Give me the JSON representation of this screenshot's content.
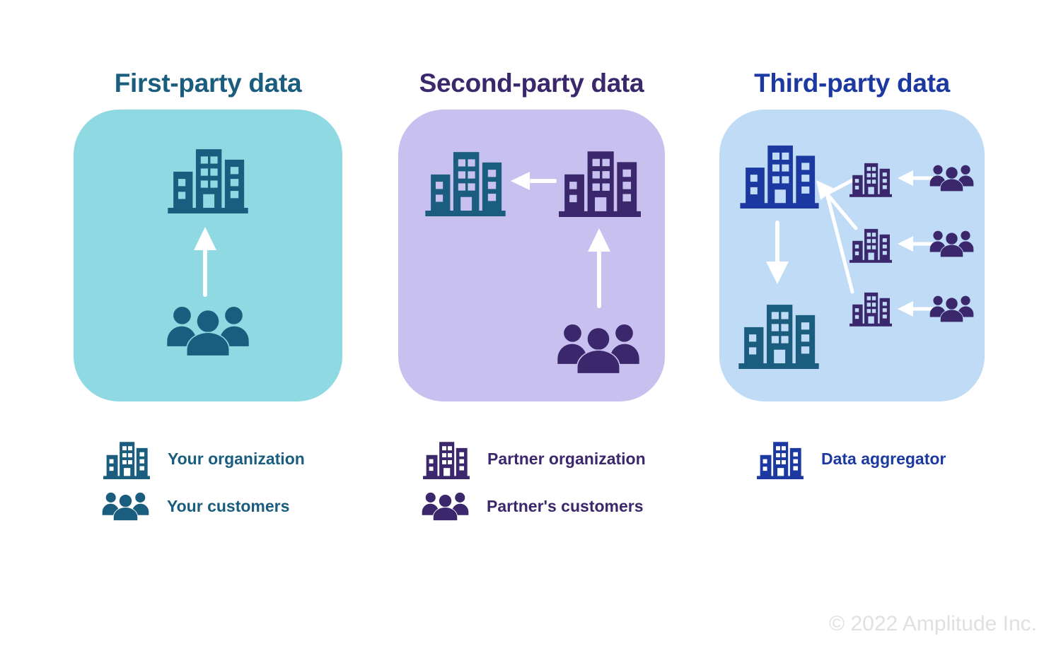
{
  "colors": {
    "teal": "#1A5D7E",
    "purple": "#3A276C",
    "blue": "#1C39A2",
    "teal-bg": "#8FD9E3",
    "purple-bg": "#C8C1F0",
    "blue-bg": "#BFDBF6",
    "arrow": "#FFFFFF",
    "muted": "#E0E0E0"
  },
  "panels": [
    {
      "title": "First-party data"
    },
    {
      "title": "Second-party data"
    },
    {
      "title": "Third-party data"
    }
  ],
  "legend": {
    "first": [
      {
        "icon": "building-icon",
        "label": "Your organization"
      },
      {
        "icon": "people-icon",
        "label": "Your customers"
      }
    ],
    "second": [
      {
        "icon": "building-icon",
        "label": "Partner organization"
      },
      {
        "icon": "people-icon",
        "label": "Partner's customers"
      }
    ],
    "third": [
      {
        "icon": "building-icon",
        "label": "Data aggregator"
      }
    ]
  },
  "footer": {
    "copyright": "© 2022 Amplitude Inc."
  }
}
